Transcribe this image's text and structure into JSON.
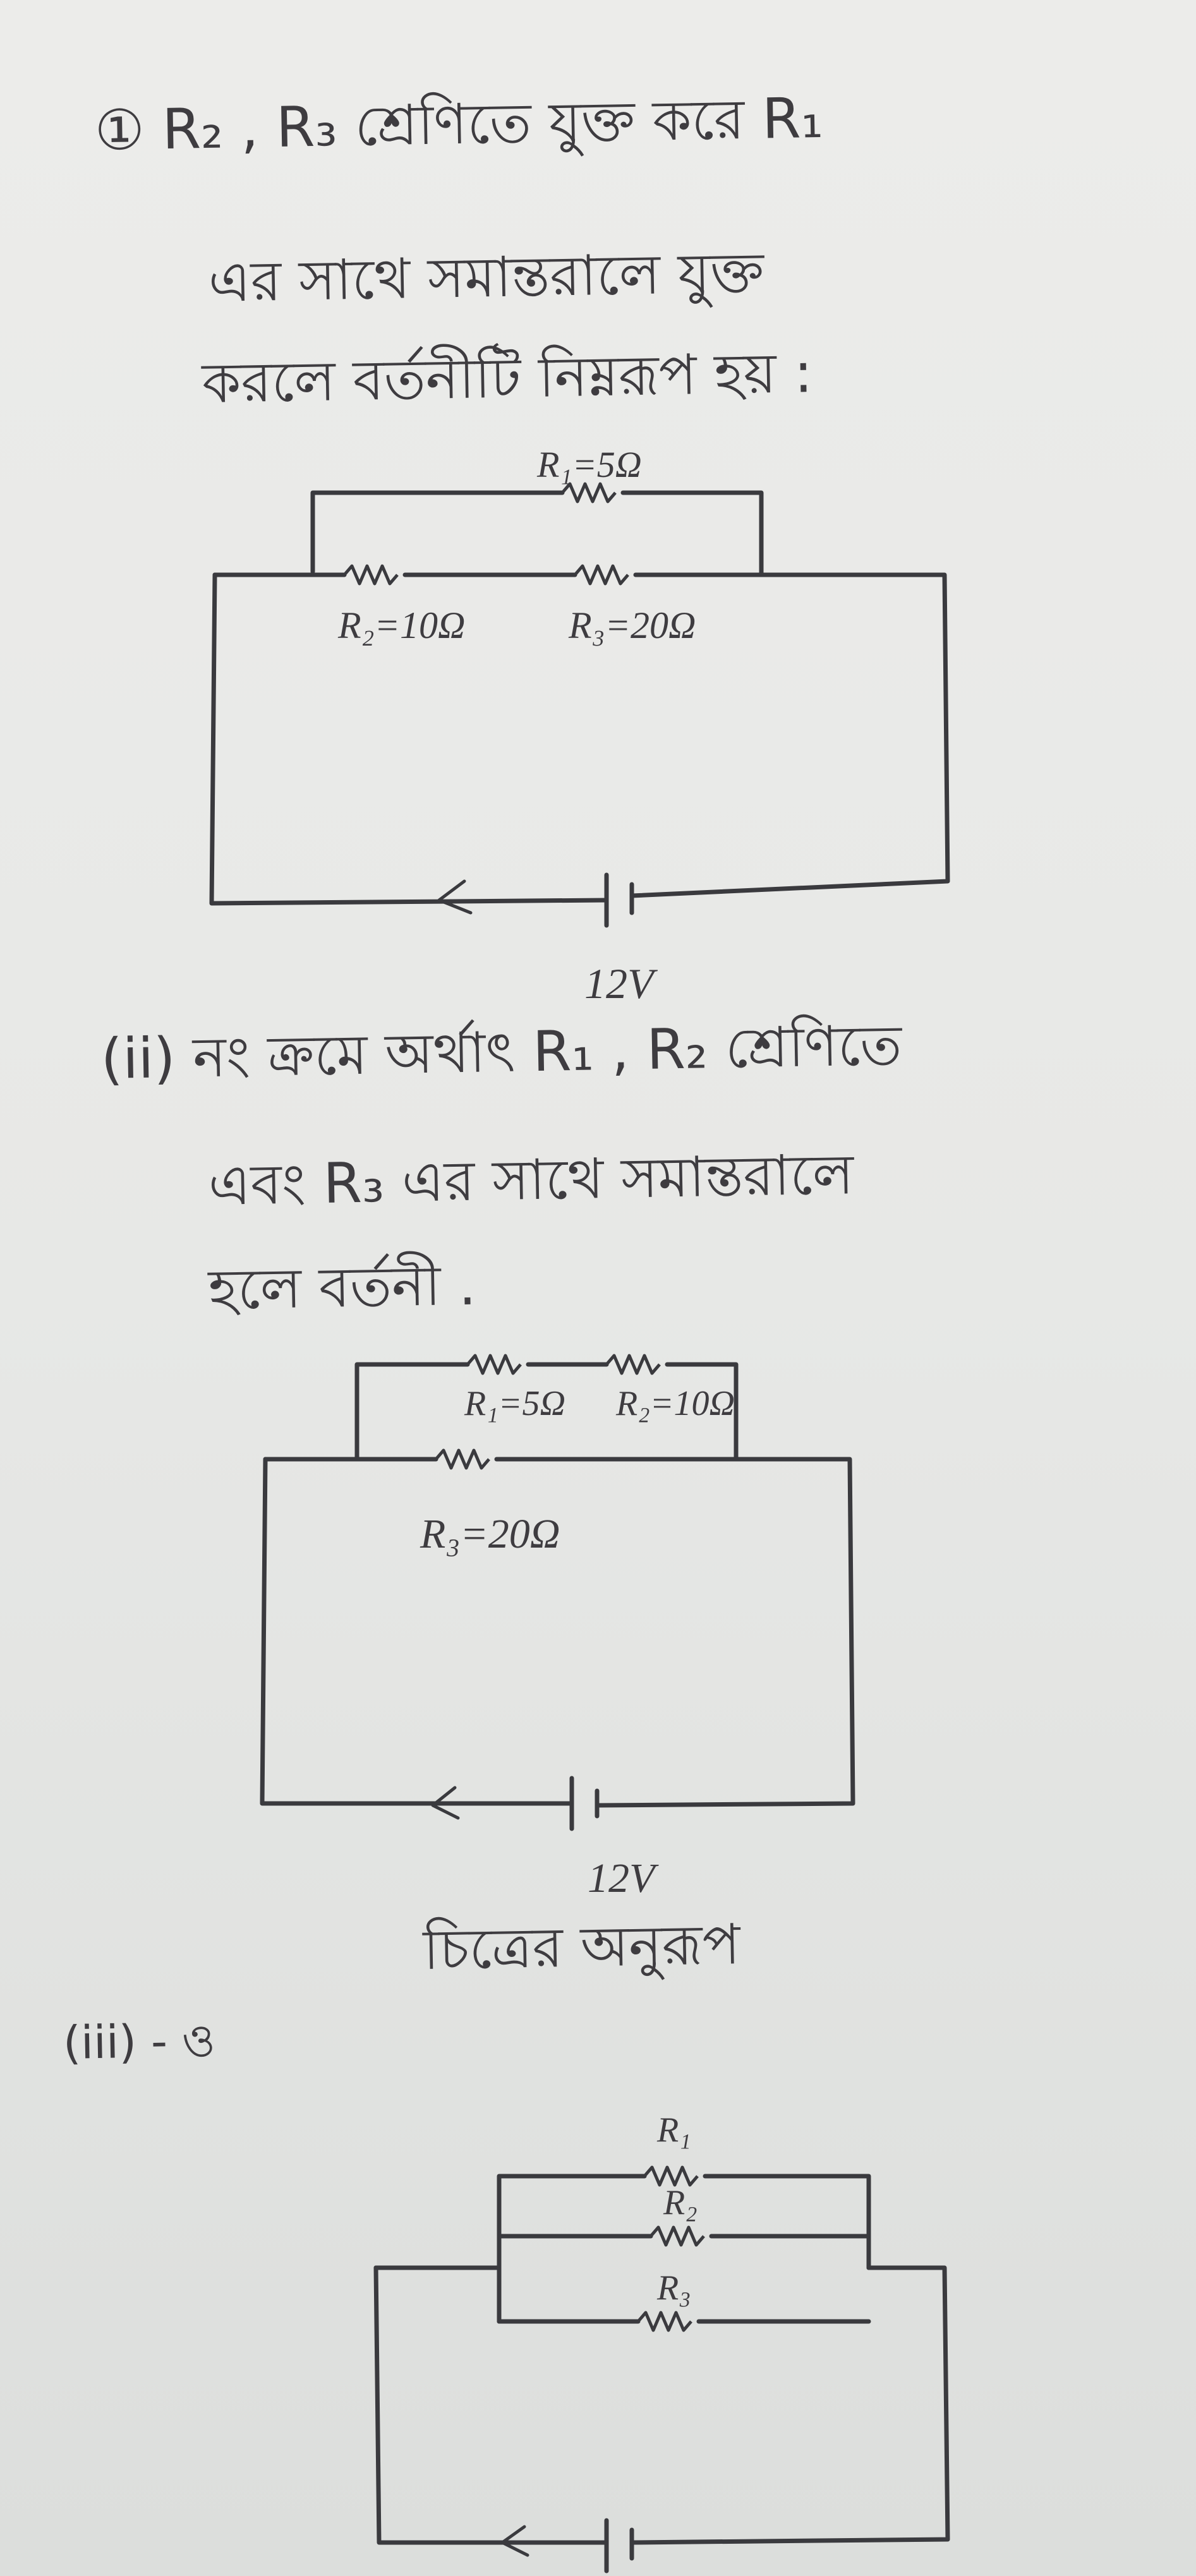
{
  "part1": {
    "lines": [
      "① R₂ , R₃ শ্রেণিতে যুক্ত করে R₁",
      "এর সাথে সমান্তরালে যুক্ত",
      "করলে বর্তনীটি নিম্নরূপ হয় :"
    ],
    "labels": {
      "r1": "R₁=5Ω",
      "r2": "R₂=10Ω",
      "r3": "R₃=20Ω",
      "voltage": "12V"
    }
  },
  "part2": {
    "lines": [
      "(ii) নং ক্রমে অর্থাৎ R₁ , R₂ শ্রেণিতে",
      "এবং R₃ এর সাথে সমান্তরালে",
      "হলে বর্তনী ."
    ],
    "labels": {
      "r1": "R₁=5Ω",
      "r2": "R₂=10Ω",
      "r3": "R₃=20Ω",
      "voltage": "12V"
    },
    "caption": "চিত্রের অনুরূপ"
  },
  "part3": {
    "lines": [
      "(iii) - ও"
    ],
    "labels": {
      "r1": "R₁",
      "r2": "R₂",
      "r3": "R₃"
    }
  }
}
